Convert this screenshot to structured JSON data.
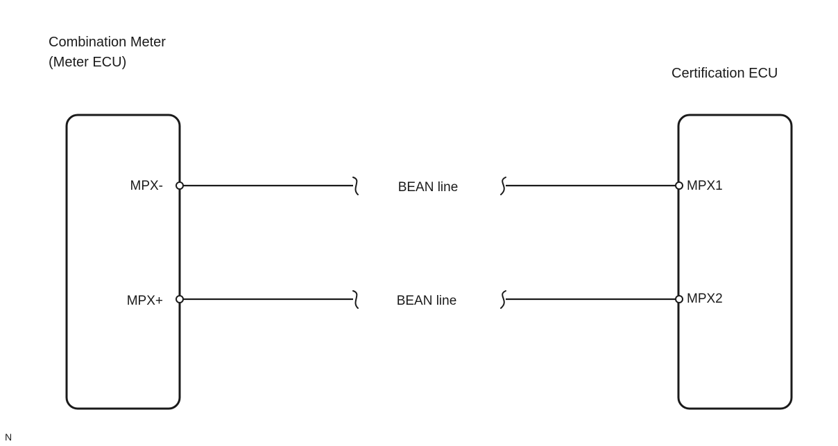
{
  "left_component": {
    "title_line1": "Combination Meter",
    "title_line2": "(Meter ECU)",
    "terminals": [
      "MPX-",
      "MPX+"
    ]
  },
  "right_component": {
    "title": "Certification ECU",
    "terminals": [
      "MPX1",
      "MPX2"
    ]
  },
  "wires": [
    {
      "label": "BEAN line"
    },
    {
      "label": "BEAN line"
    }
  ],
  "corner_mark": "N"
}
